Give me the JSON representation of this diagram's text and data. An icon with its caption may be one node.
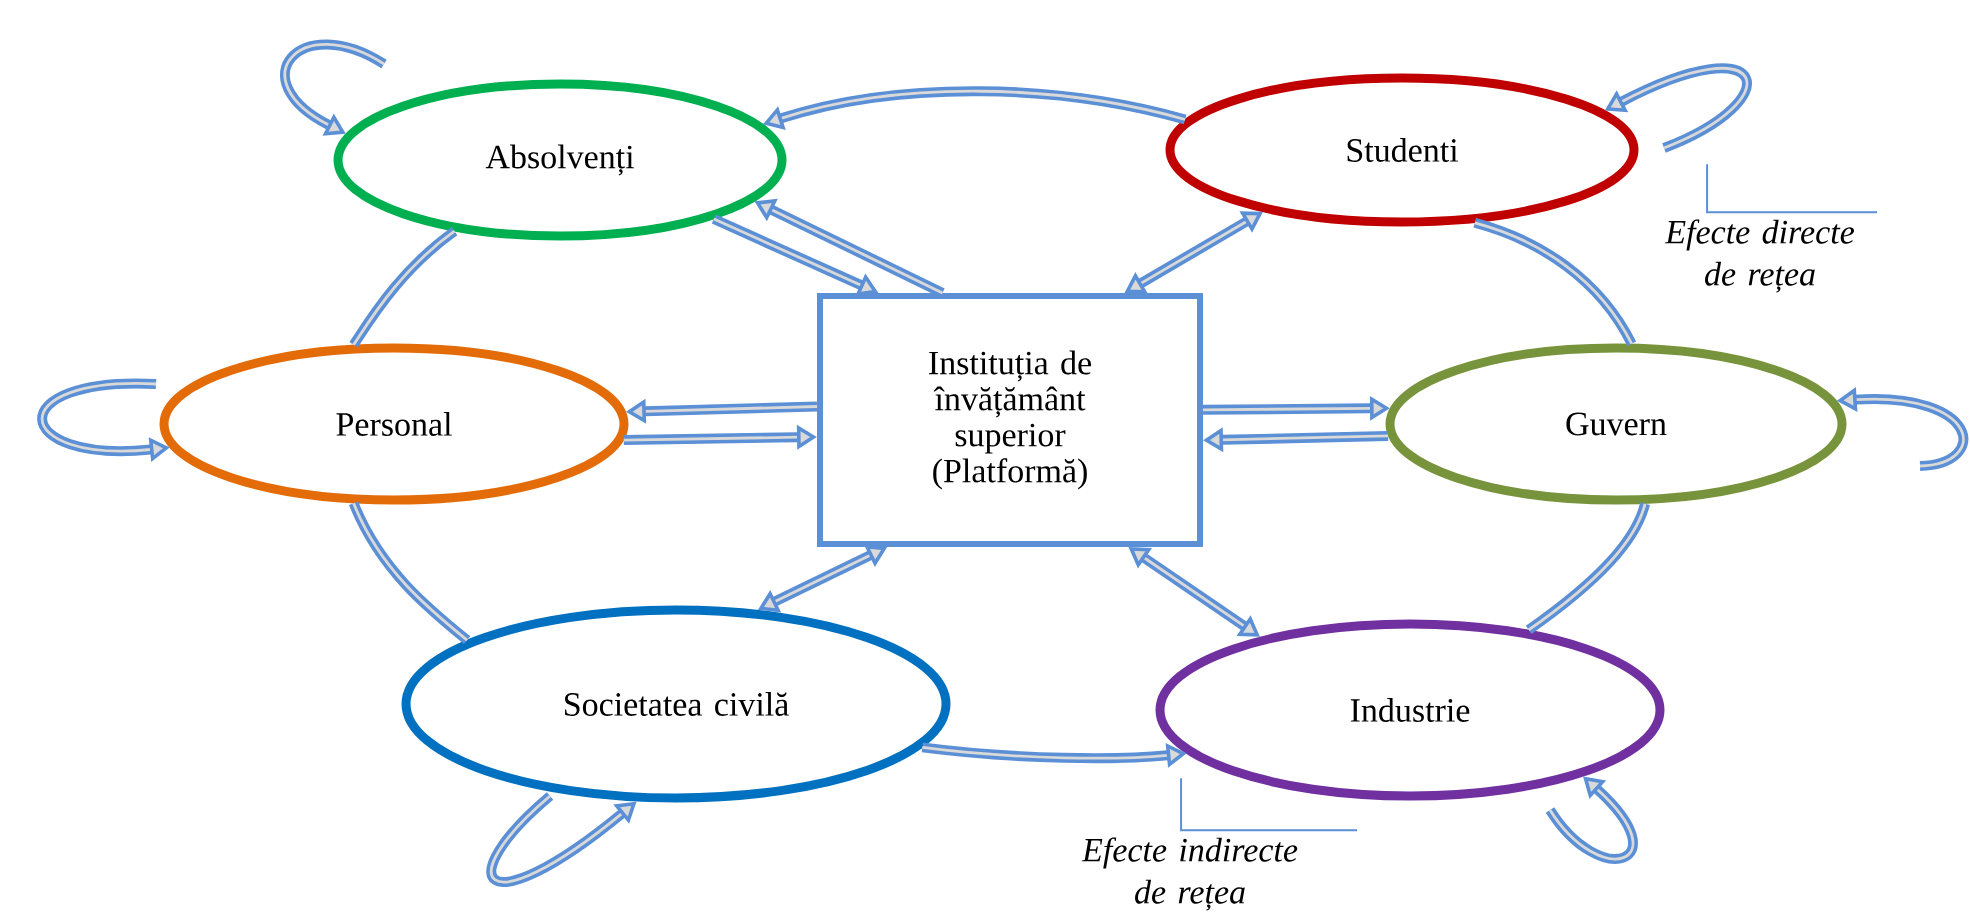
{
  "diagram": {
    "nodes": [
      {
        "text": [
          "Absolvenți"
        ]
      },
      {
        "text": [
          "Studenti"
        ]
      },
      {
        "text": [
          "Personal"
        ]
      },
      {
        "text": [
          "Instituția de învățământ superior (Platformă)"
        ]
      },
      {
        "text": [
          "Guvern"
        ]
      },
      {
        "text": [
          "Societatea civilă"
        ]
      },
      {
        "text": [
          "Industrie"
        ]
      },
      {
        "text": [
          "Efecte directe de rețea"
        ]
      },
      {
        "text": [
          "Efecte indirecte de rețea"
        ]
      }
    ],
    "edges": [
      {
        "from": 1,
        "to": 0,
        "arrow": "to"
      },
      {
        "from": 0,
        "to": 2,
        "arrow": "none"
      },
      {
        "from": 2,
        "to": 5,
        "arrow": "none"
      },
      {
        "from": 5,
        "to": 6,
        "arrow": "to"
      },
      {
        "from": 6,
        "to": 4,
        "arrow": "none"
      },
      {
        "from": 4,
        "to": 1,
        "arrow": "none"
      },
      {
        "from": 3,
        "to": 0,
        "arrow": "to"
      },
      {
        "from": 0,
        "to": 3,
        "arrow": "to"
      },
      {
        "from": 3,
        "to": 1,
        "arrow": "both"
      },
      {
        "from": 3,
        "to": 2,
        "arrow": "to"
      },
      {
        "from": 2,
        "to": 3,
        "arrow": "to"
      },
      {
        "from": 3,
        "to": 4,
        "arrow": "to"
      },
      {
        "from": 4,
        "to": 3,
        "arrow": "to"
      },
      {
        "from": 3,
        "to": 5,
        "arrow": "both"
      },
      {
        "from": 3,
        "to": 6,
        "arrow": "both"
      },
      {
        "from": null,
        "to": 0,
        "arrow": "to"
      },
      {
        "from": null,
        "to": 1,
        "arrow": "to"
      },
      {
        "from": null,
        "to": 2,
        "arrow": "to"
      },
      {
        "from": null,
        "to": 4,
        "arrow": "to"
      },
      {
        "from": null,
        "to": 5,
        "arrow": "to"
      },
      {
        "from": null,
        "to": 6,
        "arrow": "to"
      },
      {
        "from": 7,
        "to": null,
        "arrow": "none"
      },
      {
        "from": 8,
        "to": null,
        "arrow": "none"
      }
    ]
  }
}
